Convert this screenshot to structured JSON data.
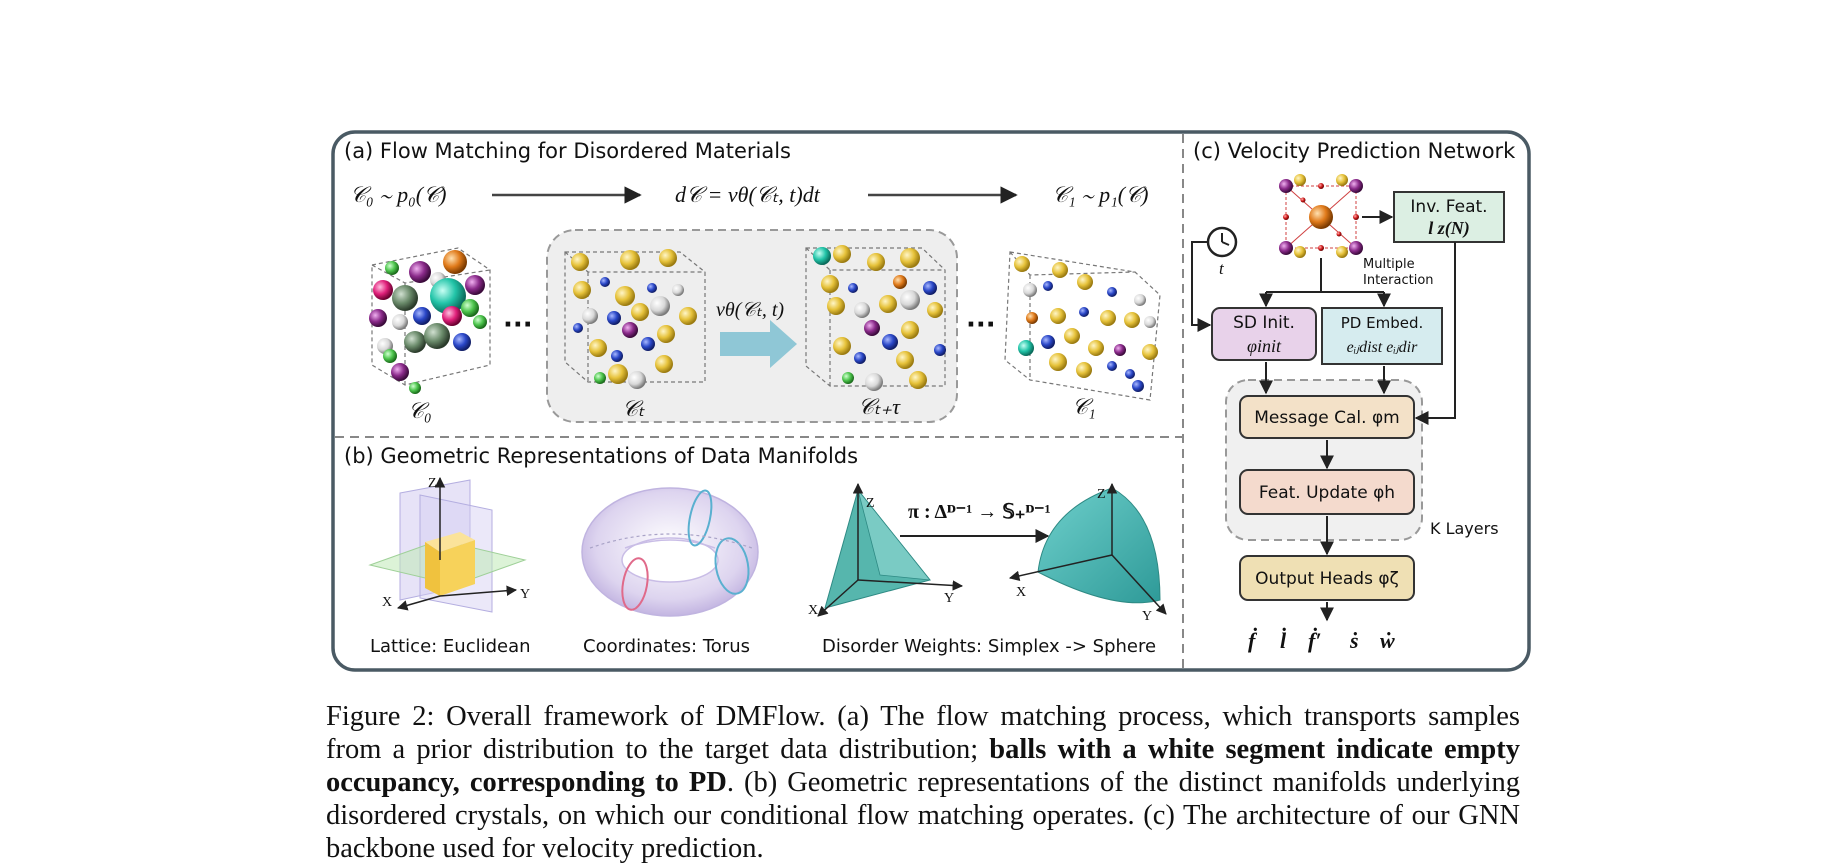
{
  "panel_a": {
    "title": "(a) Flow Matching for Disordered Materials",
    "eq_prior": "𝒞₀ ∼ p₀(𝒞)",
    "eq_flow": "d𝒞 = vθ(𝒞ₜ, t)dt",
    "eq_target": "𝒞₁ ∼ p₁(𝒞)",
    "label_c0": "𝒞₀",
    "label_ct": "𝒞ₜ",
    "label_ctt": "𝒞ₜ₊τ",
    "label_c1": "𝒞₁",
    "velocity": "vθ(𝒞ₜ, t)",
    "ellipsis": "···"
  },
  "panel_b": {
    "title": "(b) Geometric Representations of Data Manifolds",
    "lattice_label": "Lattice: Euclidean",
    "coords_label": "Coordinates: Torus",
    "weights_label": "Disorder Weights: Simplex -> Sphere",
    "map_label": "π : Δᴰ⁻¹ → 𝕊₊ᴰ⁻¹",
    "axis_x": "X",
    "axis_y": "Y",
    "axis_z": "Z"
  },
  "panel_c": {
    "title": "(c) Velocity Prediction Network",
    "inv_feat_line1": "Inv. Feat.",
    "inv_feat_line2": "l  z(N)",
    "t_label": "t",
    "multiple_line1": "Multiple",
    "multiple_line2": "Interaction",
    "sd_init_line1": "SD Init.",
    "sd_init_line2": "φinit",
    "pd_embed_line1": "PD Embed.",
    "pd_embed_line2": "eᵢⱼdist  eᵢⱼdir",
    "message": "Message Cal. φm",
    "feat_update": "Feat. Update φh",
    "k_layers": "K Layers",
    "output_heads": "Output Heads φζ",
    "outputs": [
      "ḟ",
      "l̇",
      "ḟ′",
      "ṡ",
      "ẇ"
    ]
  },
  "caption": {
    "lead": "Figure 2: Overall framework of DMFlow. (a) The flow matching process, which transports samples from a prior distribution to the target data distribution; ",
    "bold": "balls with a white segment indicate empty occupancy, corresponding to PD",
    "tail": ". (b) Geometric representations of the distinct manifolds underlying disordered crystals, on which our conditional flow matching operates. (c) The architecture of our GNN backbone used for velocity prediction."
  },
  "colors": {
    "frame": "#4a5a64",
    "gold": "#e6c23a",
    "blue": "#2a47c7",
    "teal": "#4fb7b3",
    "arrow_fill": "#8fc7d6",
    "sd_box": "#e8d2ea",
    "pd_box": "#d6ecef",
    "inv_box": "#dcefe3",
    "msg_box": "#f3e1c8",
    "feat_box": "#f4dacd",
    "out_box": "#efe0b4"
  }
}
